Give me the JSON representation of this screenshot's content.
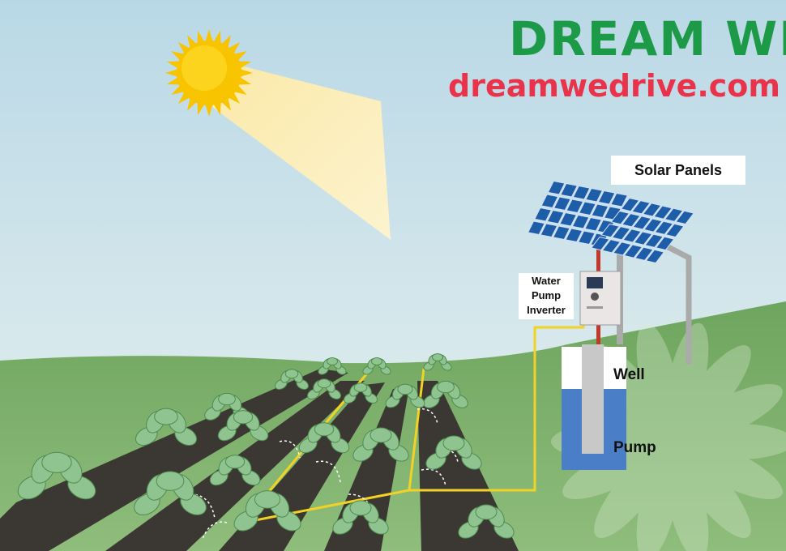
{
  "brand": {
    "name": "DREAM WE",
    "url": "dreamwedrive.com",
    "name_color": "#1c9a48",
    "url_color": "#e9334b"
  },
  "labels": {
    "solar_panels": "Solar Panels",
    "inverter": "Water Pump Inverter",
    "well": "Well",
    "pump": "Pump"
  },
  "colors": {
    "sky": "#c4dee8",
    "sun": "#f8c400",
    "ground": "#73a863",
    "soil": "#3b3833",
    "panel": "#1e5ea8",
    "water": "#4a7ec6",
    "wire": "#f2d224",
    "pipe": "#c8c8c8"
  },
  "icons": [
    "sun-icon",
    "solar-panel-icon",
    "inverter-icon",
    "plant-icon",
    "sprinkler-icon",
    "watermark-flower-icon"
  ]
}
